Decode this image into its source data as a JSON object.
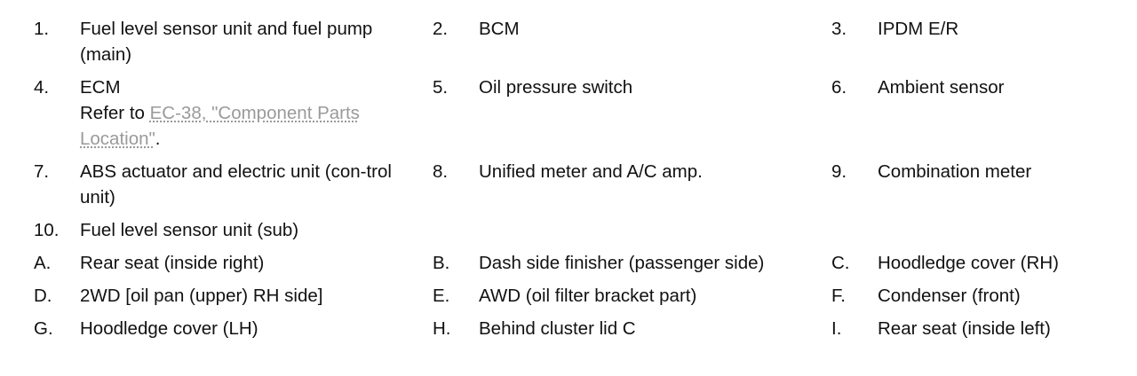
{
  "items": [
    {
      "key": "1.",
      "text": "Fuel level sensor unit and fuel pump (main)"
    },
    {
      "key": "2.",
      "text": "BCM"
    },
    {
      "key": "3.",
      "text": "IPDM E/R"
    },
    {
      "key": "4.",
      "text": "ECM",
      "ref_prefix": "Refer to ",
      "ref_link": "EC-38, \"Component Parts Location\"",
      "ref_suffix": "."
    },
    {
      "key": "5.",
      "text": "Oil pressure switch"
    },
    {
      "key": "6.",
      "text": "Ambient sensor"
    },
    {
      "key": "7.",
      "text": "ABS actuator and electric unit (con-trol unit)"
    },
    {
      "key": "8.",
      "text": "Unified meter and A/C amp."
    },
    {
      "key": "9.",
      "text": "Combination meter"
    },
    {
      "key": "10.",
      "text": "Fuel level sensor unit (sub)"
    },
    {
      "key": "A.",
      "text": "Rear seat (inside right)"
    },
    {
      "key": "B.",
      "text": "Dash side finisher (passenger side)"
    },
    {
      "key": "C.",
      "text": "Hoodledge cover (RH)"
    },
    {
      "key": "D.",
      "text": "2WD [oil pan (upper) RH side]"
    },
    {
      "key": "E.",
      "text": "AWD (oil filter bracket part)"
    },
    {
      "key": "F.",
      "text": "Condenser (front)"
    },
    {
      "key": "G.",
      "text": "Hoodledge cover (LH)"
    },
    {
      "key": "H.",
      "text": "Behind cluster lid C"
    },
    {
      "key": "I.",
      "text": "Rear seat (inside left)"
    }
  ]
}
